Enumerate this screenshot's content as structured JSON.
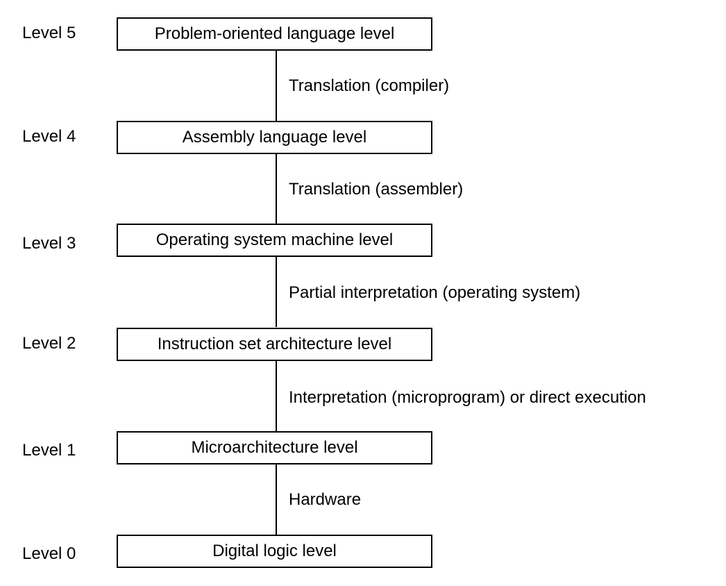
{
  "levels": [
    {
      "label": "Level 5",
      "name": "Problem-oriented language level"
    },
    {
      "label": "Level 4",
      "name": "Assembly language level"
    },
    {
      "label": "Level 3",
      "name": "Operating system machine level"
    },
    {
      "label": "Level 2",
      "name": "Instruction set architecture level"
    },
    {
      "label": "Level 1",
      "name": "Microarchitecture level"
    },
    {
      "label": "Level 0",
      "name": "Digital logic level"
    }
  ],
  "transitions": [
    "Translation (compiler)",
    "Translation (assembler)",
    "Partial interpretation (operating system)",
    "Interpretation (microprogram) or direct execution",
    "Hardware"
  ]
}
